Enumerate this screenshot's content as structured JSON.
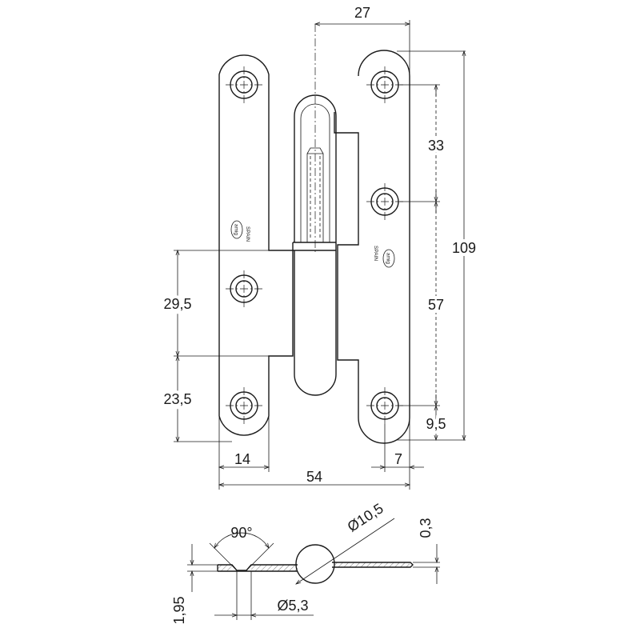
{
  "dimensions": {
    "top_width": "27",
    "right_upper_spacing": "33",
    "overall_height": "109",
    "right_lower_spacing": "57",
    "right_bottom_offset": "9,5",
    "left_upper_spacing": "29,5",
    "left_bottom_offset": "23,5",
    "left_leaf_width": "14",
    "right_edge_offset": "7",
    "overall_width": "54",
    "countersink_angle": "90°",
    "pin_diameter": "Ø10,5",
    "gap": "0,3",
    "plate_thickness": "1,95",
    "hole_diameter": "Ø5,3"
  },
  "stamps": {
    "brand": "amig",
    "origin": "SPAIN"
  },
  "colors": {
    "line": "#1a1a1a",
    "background": "#ffffff"
  }
}
